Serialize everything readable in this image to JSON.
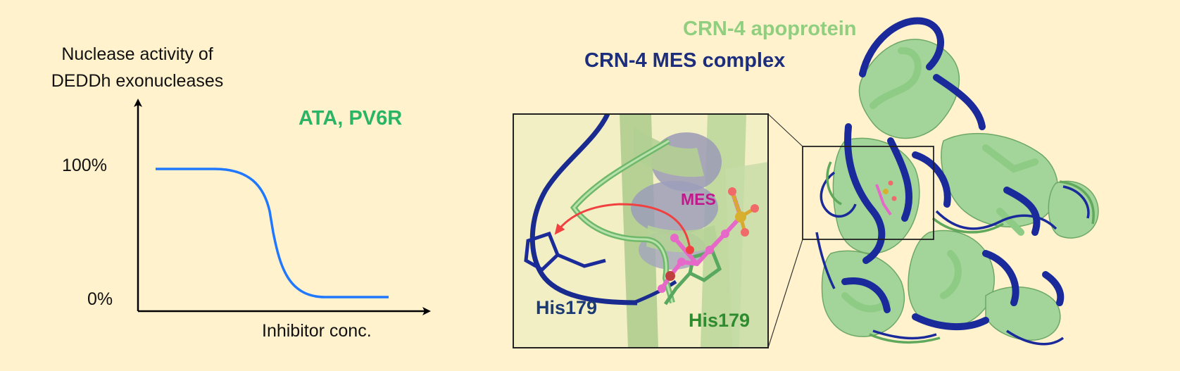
{
  "graph": {
    "y_axis_label": "Nuclease activity of DEDDh exonucleases",
    "tick_100": "100%",
    "tick_0": "0%",
    "x_axis_label": "Inhibitor conc.",
    "inhibitors_label": "ATA, PV6R",
    "curve_color": "#1f78ff",
    "inhibitor_color": "#2ab566"
  },
  "structure": {
    "apoprotein_label": "CRN-4 apoprotein",
    "mes_complex_label": "CRN-4 MES complex",
    "apoprotein_color": "#8fcf7f",
    "mes_complex_color": "#1c2e7c"
  },
  "inset": {
    "mes_label": "MES",
    "his_dark_label": "His179",
    "his_green_label": "His179",
    "mes_color": "#e060c0",
    "arrow_color": "#f04040"
  }
}
